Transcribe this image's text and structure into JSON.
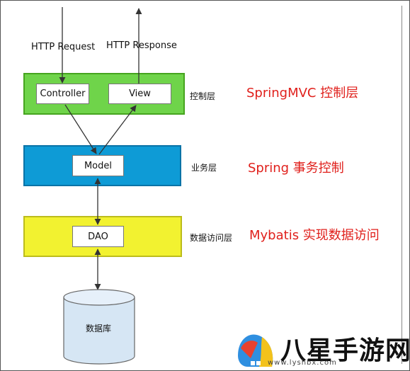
{
  "diagram": {
    "http_request": "HTTP Request",
    "http_response": "HTTP Response",
    "controller": "Controller",
    "view": "View",
    "model": "Model",
    "dao": "DAO",
    "database": "数据库",
    "layers": {
      "control": "控制层",
      "business": "业务层",
      "data_access": "数据访问层"
    },
    "annotations": {
      "springmvc": "SpringMVC 控制层",
      "spring": "Spring 事务控制",
      "mybatis": "Mybatis 实现数据访问"
    }
  },
  "watermark": {
    "title": "八星手游网",
    "url": "www.lyshbx.com"
  },
  "colors": {
    "control_layer": "#6fd44a",
    "business_layer": "#0e9bd6",
    "data_layer": "#f2f230",
    "annotation_red": "#e0201c"
  }
}
